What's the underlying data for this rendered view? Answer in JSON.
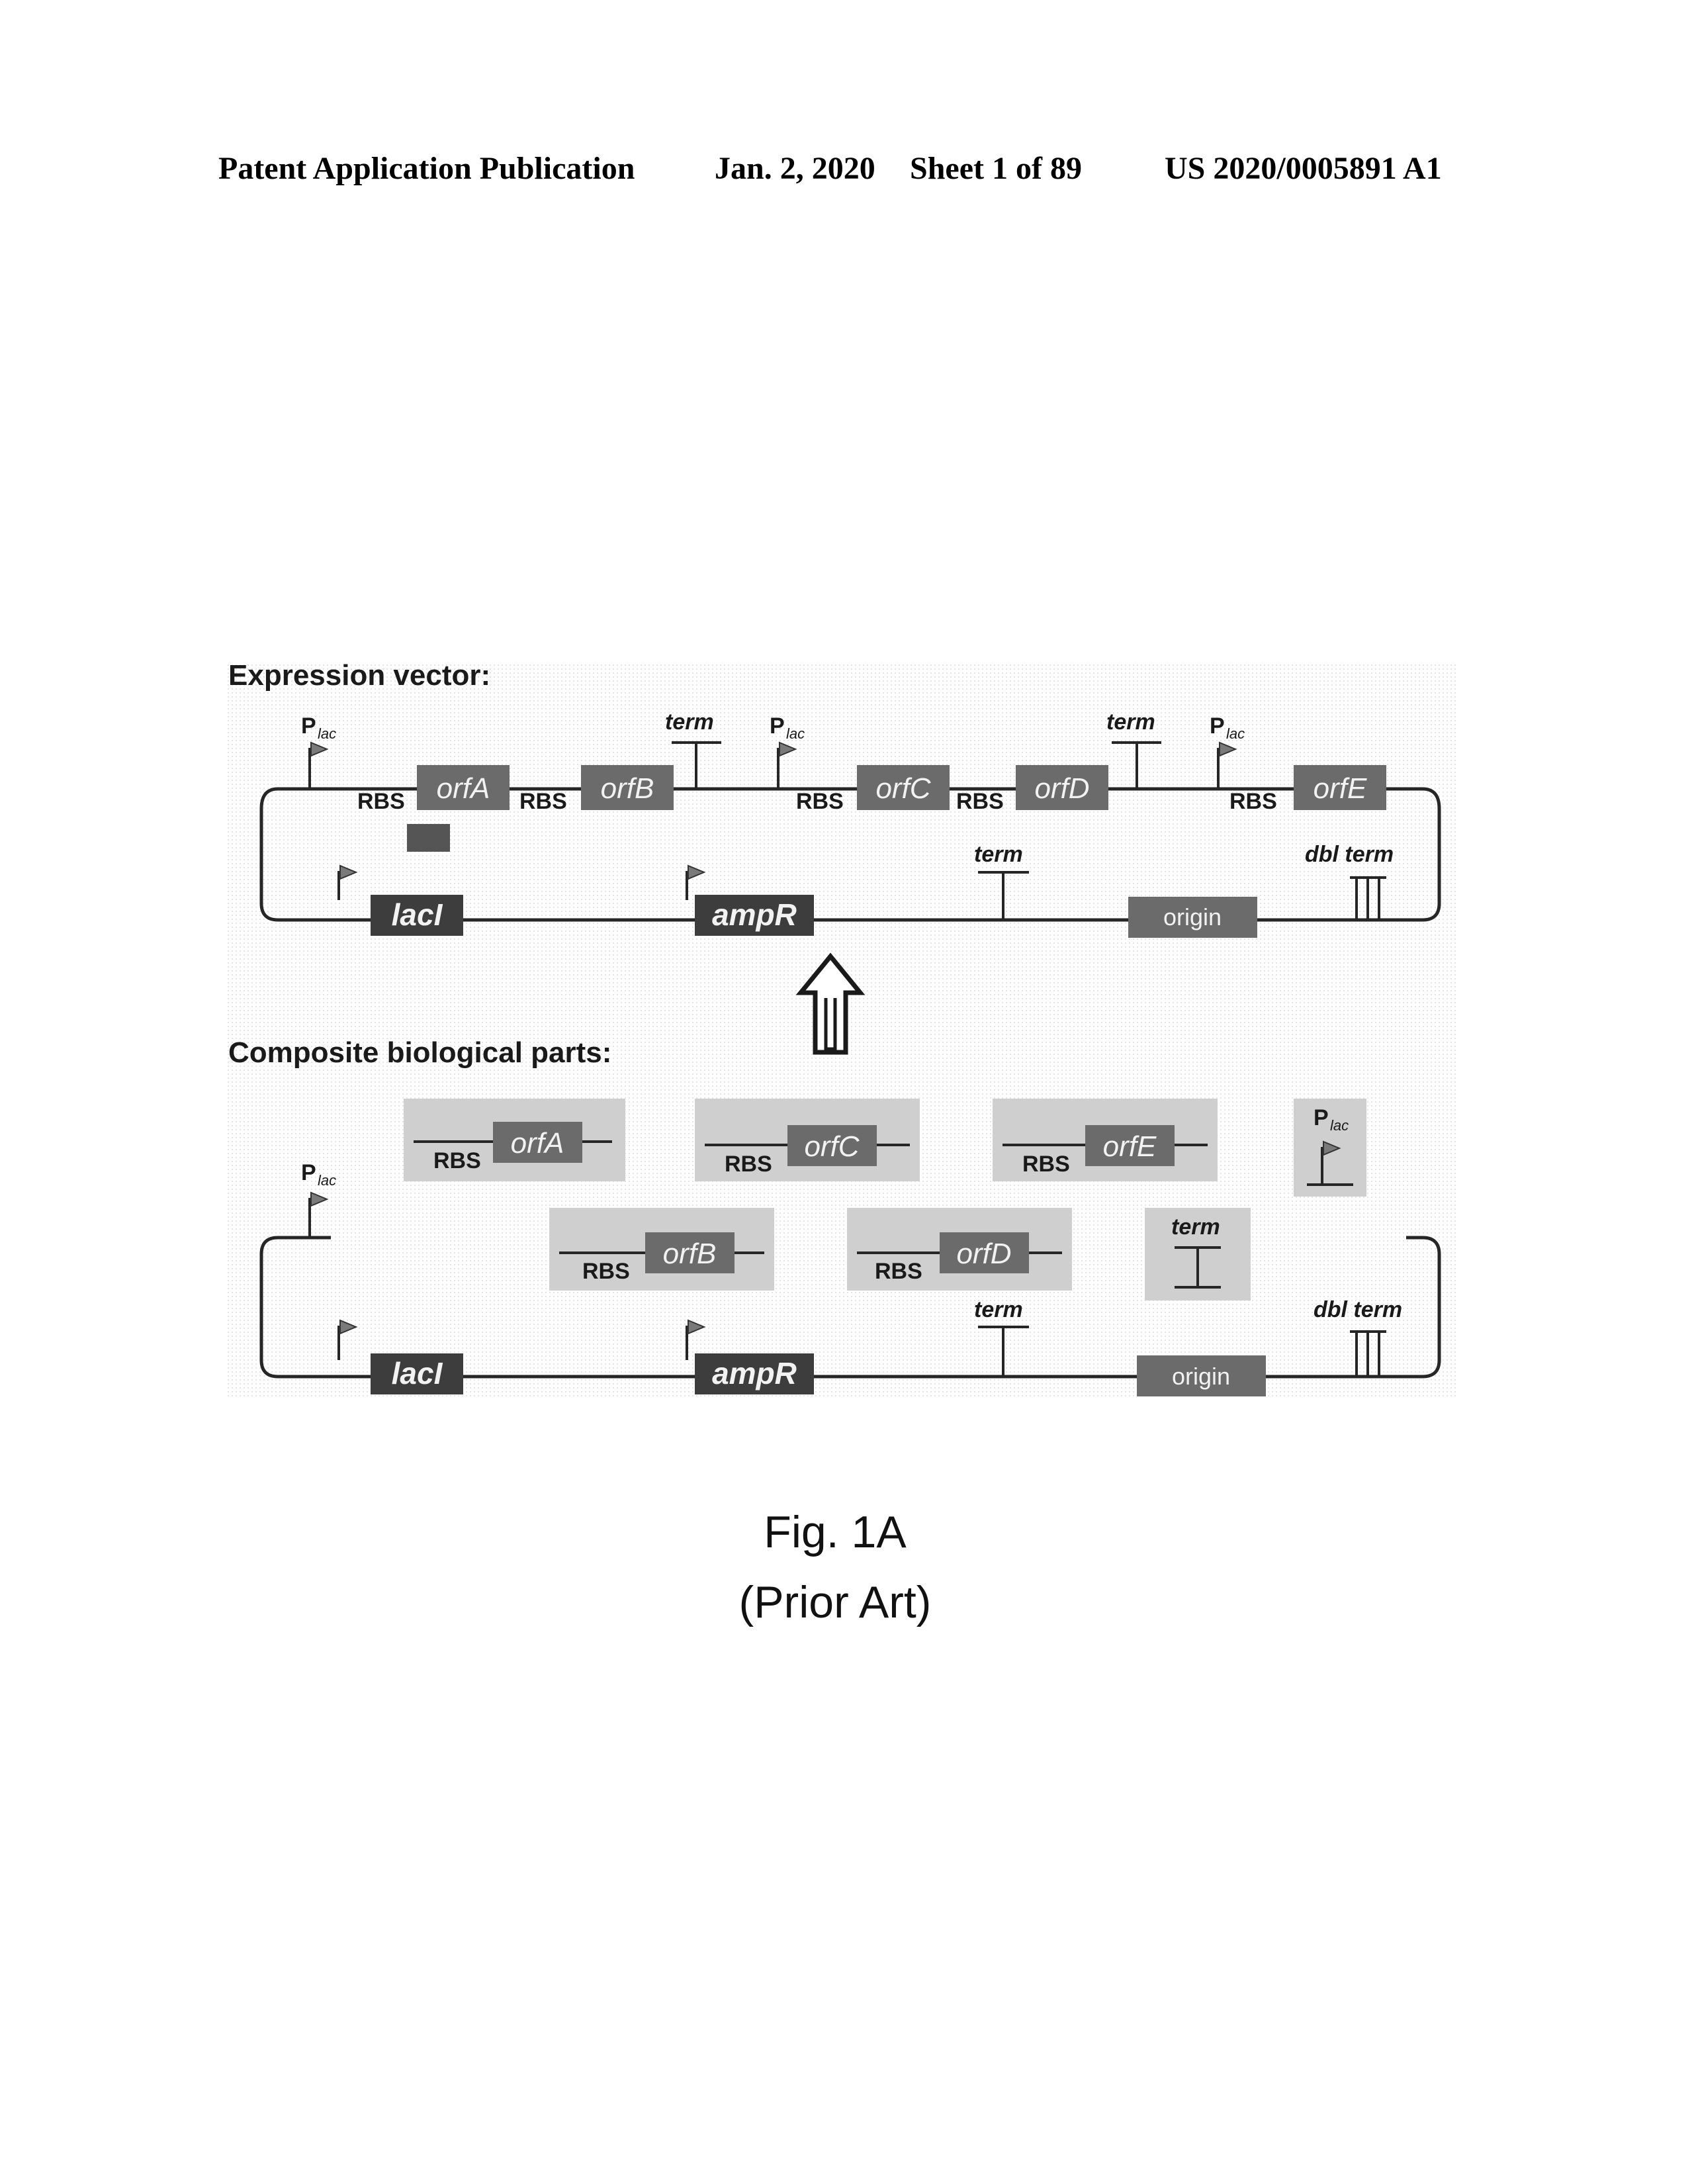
{
  "header": {
    "left": "Patent Application Publication",
    "date": "Jan. 2, 2020",
    "sheet": "Sheet 1 of 89",
    "number": "US 2020/0005891 A1"
  },
  "figure": {
    "expression_vector": {
      "heading": "Expression vector:",
      "promoter": "P",
      "promoter_sub": "lac",
      "rbs": "RBS",
      "term": "term",
      "dbl_term": "dbl term",
      "genes": [
        "orfA",
        "orfB",
        "orfC",
        "orfD",
        "orfE"
      ],
      "backbone": [
        "lacI",
        "ampR",
        "origin"
      ]
    },
    "composite_parts": {
      "heading": "Composite biological parts:",
      "parts": [
        "orfA",
        "orfC",
        "orfE",
        "orfB",
        "orfD"
      ],
      "rbs": "RBS",
      "promoter": "P",
      "promoter_sub": "lac",
      "term": "term",
      "dbl_term": "dbl term",
      "backbone": [
        "lacI",
        "ampR",
        "origin"
      ]
    },
    "caption": "Fig. 1A",
    "caption_note": "(Prior Art)"
  },
  "colors": {
    "gene_box": "#6b6b6b",
    "dark_box": "#3d3d3d",
    "part_bg": "#cfcfcf",
    "line": "#262626"
  }
}
